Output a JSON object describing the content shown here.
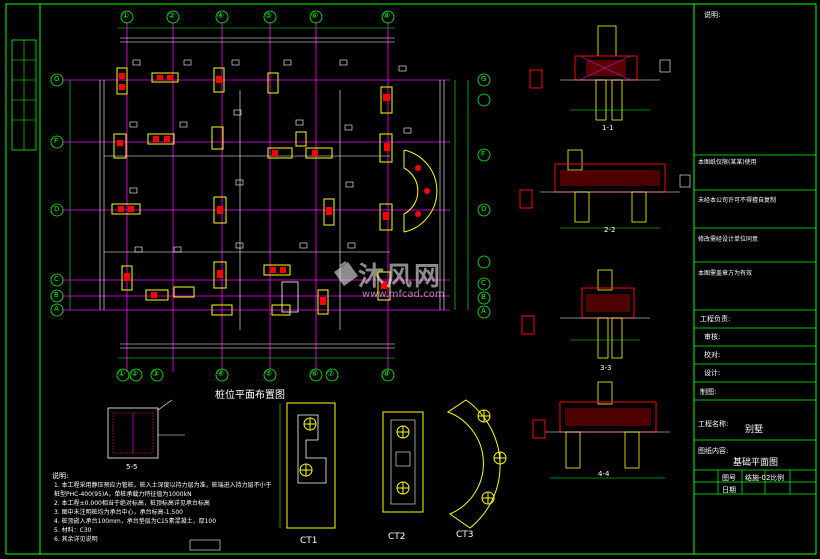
{
  "plan": {
    "title": "桩位平面布置图",
    "top_axes": [
      "①",
      "②",
      "④",
      "⑤",
      "⑥",
      "⑧"
    ],
    "bottom_axes": [
      "①",
      "②",
      "③",
      "④",
      "⑤",
      "⑥",
      "⑦",
      "⑧"
    ],
    "left_axes": [
      "G",
      "F",
      "D",
      "C",
      "B",
      "A"
    ],
    "right_axes": [
      "G",
      "F",
      "D",
      "C",
      "B",
      "A"
    ]
  },
  "details": {
    "ct1": "CT1",
    "ct2": "CT2",
    "ct3": "CT3",
    "s5": "5-5",
    "s1": "1-1",
    "s2": "2-2",
    "s3": "3-3",
    "s4": "4-4"
  },
  "notes": {
    "heading": "说明:",
    "lines": [
      "1. 本工程采用静压预应力管桩，桩入土深度以持力层为准，桩端进入持力层不小于",
      "   桩型PHC-400(95)A，单桩承载力特征值为1000kN",
      "2. 本工程±0.000相当于绝对标高，桩顶标高详见承台标高",
      "3. 图中未注明桩均为承台中心，承台标高-1.500",
      "4. 桩顶嵌入承台100mm，承台垫层为C15素混凝土，厚100",
      "5. 材料：C30",
      "6. 其余详见说明"
    ]
  },
  "title_block": {
    "notes_label": "说明:",
    "row1": "本图纸仅限(某某)使用",
    "row2": "未经本公司许可不得擅自复制",
    "row3": "修改需经设计单位同意",
    "row4": "本图需盖章方为有效",
    "approve": "工程负责:",
    "review": "审核:",
    "check": "校对:",
    "design": "设计:",
    "draw": "制图:",
    "project_label": "工程名称:",
    "project": "别墅",
    "drawing_label": "图纸内容:",
    "drawing": "基础平面图",
    "drawing_no_label": "图号",
    "drawing_no": "结施-02",
    "scale_label": "比例",
    "date_label": "日期"
  },
  "watermark": {
    "brand": "沐风网",
    "url": "www.mfcad.com"
  },
  "colors": {
    "background": "#000000",
    "axis": "#ff00ff",
    "grid": "#00ff00",
    "beam": "#ffffff",
    "pile": "#ffff00",
    "cap": "#ff0000",
    "dim": "#00ff00"
  }
}
